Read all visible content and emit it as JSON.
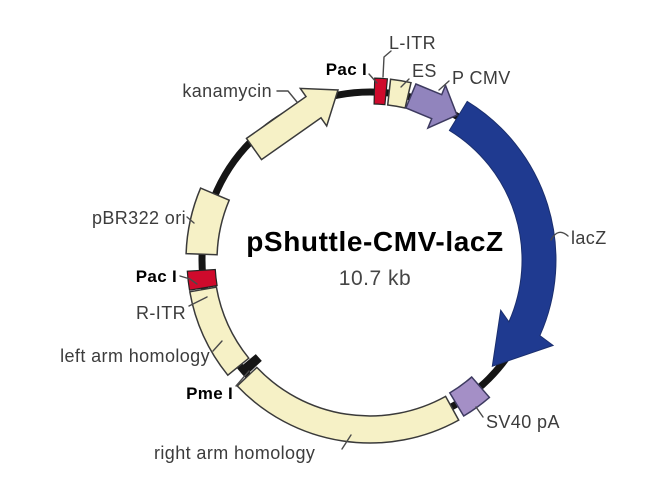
{
  "plasmid": {
    "title": "pShuttle-CMV-lacZ",
    "size_label": "10.7 kb",
    "features": {
      "kanamycin": "kanamycin",
      "pac_i_top": "Pac I",
      "l_itr": "L-ITR",
      "es": "ES",
      "p_cmv": "P CMV",
      "lacz": "lacZ",
      "sv40_pa": "SV40 pA",
      "right_arm_homology": "right arm homology",
      "pme_i": "Pme I",
      "left_arm_homology": "left arm homology",
      "r_itr": "R-ITR",
      "pac_i_left": "Pac I",
      "pbr322_ori": "pBR322 ori"
    },
    "colors": {
      "cream": "#f6f1c6",
      "red": "#cf0a2c",
      "promoter_purple": "#9184bd",
      "polya_purple": "#a48fc6",
      "gene_blue": "#1f3a90",
      "backbone": "#151515"
    }
  }
}
